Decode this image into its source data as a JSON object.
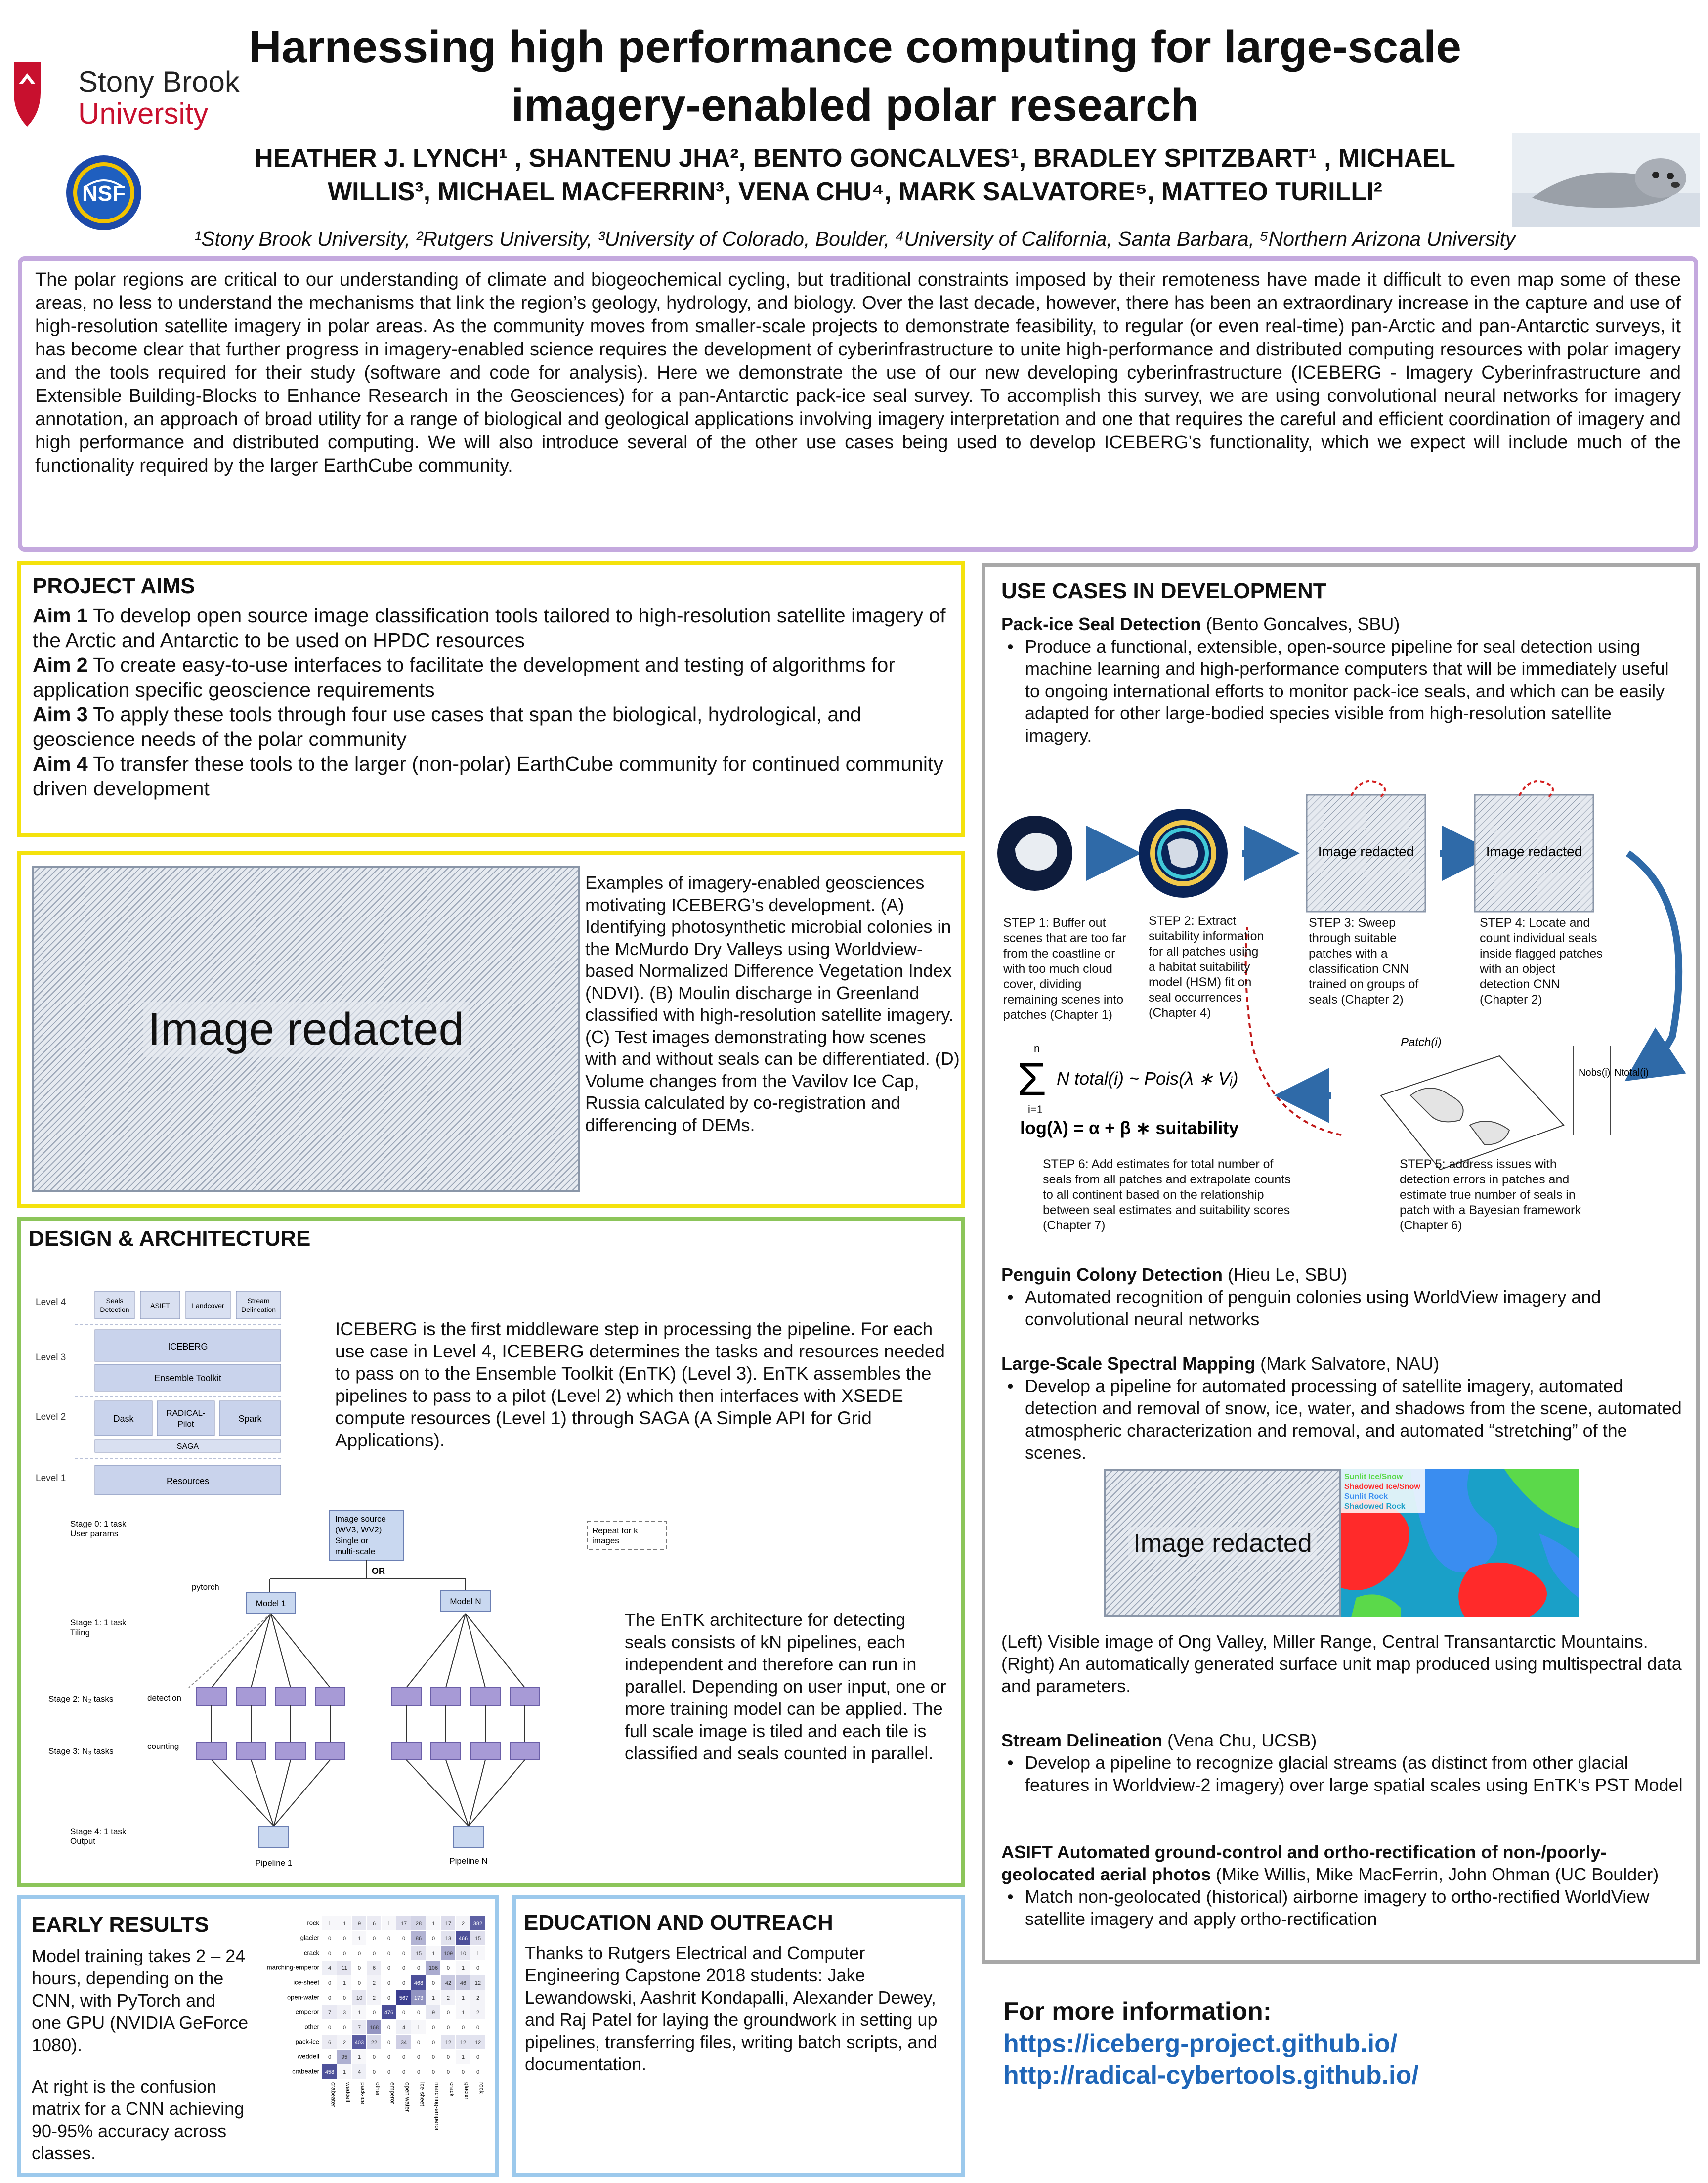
{
  "header": {
    "title_line1": "Harnessing high performance computing for large-scale",
    "title_line2": "imagery-enabled polar research",
    "authors_line1": "HEATHER J. LYNCH¹ , SHANTENU JHA², BENTO GONCALVES¹, BRADLEY SPITZBART¹ , MICHAEL",
    "authors_line2": "WILLIS³, MICHAEL MACFERRIN³, VENA CHU⁴, MARK SALVATORE⁵, MATTEO TURILLI²",
    "affiliations": "¹Stony Brook University, ²Rutgers University, ³University of Colorado, Boulder, ⁴University of California, Santa Barbara, ⁵Northern Arizona University",
    "sbu_logo_line1": "Stony Brook",
    "sbu_logo_line2": "University",
    "nsf_logo": "NSF"
  },
  "abstract": {
    "text": "The polar regions are critical to our understanding of climate and biogeochemical cycling, but traditional constraints imposed by their remoteness have made it difficult to even map some of these areas, no less to understand the mechanisms that link the region’s geology, hydrology, and biology. Over the last decade, however, there has been an extraordinary increase in the capture and use of high-resolution satellite imagery in polar areas. As the community moves from smaller-scale projects to demonstrate feasibility, to regular (or even real-time) pan-Arctic and pan-Antarctic surveys, it has become clear that further progress in imagery-enabled science requires the development of cyberinfrastructure to unite high-performance and distributed computing resources with polar imagery and the tools required for their study (software and code for analysis). Here we demonstrate the use of our new developing cyberinfrastructure (ICEBERG - Imagery Cyberinfrastructure and Extensible Building-Blocks to Enhance Research in the Geosciences) for a pan-Antarctic pack-ice seal survey. To accomplish this survey, we are using convolutional neural networks for imagery annotation, an approach of broad utility for a range of biological and geological applications involving imagery interpretation and one that requires the careful and efficient coordination of imagery and high performance and distributed computing. We will also introduce several of the other use cases being used to develop ICEBERG's functionality, which we expect will include much of the functionality required by the larger EarthCube community."
  },
  "aims": {
    "heading": "PROJECT AIMS",
    "items": [
      {
        "label": "Aim 1",
        "text": " To develop open source image classification tools tailored to high-resolution satellite imagery of the Arctic and Antarctic to be used on HPDC resources"
      },
      {
        "label": "Aim 2",
        "text": " To create easy-to-use interfaces to facilitate the development and testing of algorithms for application specific geoscience requirements"
      },
      {
        "label": "Aim 3",
        "text": " To apply these tools through four use cases that span the biological, hydrological, and geoscience needs of the polar community"
      },
      {
        "label": "Aim 4",
        "text": " To transfer these tools to the larger (non-polar) EarthCube community for continued community driven development"
      }
    ]
  },
  "examples": {
    "image_label": "Image redacted",
    "caption": "Examples of imagery-enabled geosciences motivating ICEBERG’s development. (A) Identifying photosynthetic microbial colonies in the McMurdo Dry Valleys using Worldview-based Normalized Difference Vegetation Index (NDVI). (B) Moulin discharge in Greenland classified with high-resolution satellite imagery. (C) Test images demonstrating how scenes with and without seals can be differentiated. (D) Volume changes from the Vavilov Ice Cap, Russia calculated by co-registration and differencing of DEMs."
  },
  "design": {
    "heading": "DESIGN & ARCHITECTURE",
    "text1": "ICEBERG is the first  middleware step in processing the pipeline.  For each use case in Level 4, ICEBERG determines the tasks and resources needed to pass on to the Ensemble Toolkit (EnTK) (Level 3).  EnTK assembles the pipelines to pass to a pilot (Level 2) which then interfaces with XSEDE compute resources (Level 1) through SAGA (A Simple API for Grid Applications).",
    "text2": "The EnTK architecture for detecting seals consists of kN pipelines, each independent and therefore can run in parallel. Depending on user input, one or more training model can be applied.  The full scale image is tiled and each tile is classified and seals counted in parallel.",
    "levels": {
      "level4": "Level 4",
      "level3": "Level 3",
      "level2": "Level 2",
      "level1": "Level 1",
      "l4_boxes": [
        "Seals Detection",
        "ASIFT",
        "Landcover",
        "Stream Delineation"
      ],
      "iceberg": "ICEBERG",
      "entk": "Ensemble Toolkit",
      "dask": "Dask",
      "radical_line1": "RADICAL-",
      "radical_line2": "Pilot",
      "spark": "Spark",
      "saga": "SAGA",
      "resources": "Resources"
    },
    "pipeline": {
      "stage0_line1": "Stage 0: 1 task",
      "stage0_line2": "User params",
      "stage1_line1": "Stage 1: 1 task",
      "stage1_line2": "Tiling",
      "stage2": "Stage 2: N₂ tasks",
      "stage3": "Stage 3: N₃ tasks",
      "stage4_line1": "Stage 4: 1 task",
      "stage4_line2": "Output",
      "source_lines": [
        "Image source",
        "(WV3, WV2)",
        "Single or",
        "multi-scale"
      ],
      "repeat_line1": "Repeat for k",
      "repeat_line2": "images",
      "or": "OR",
      "pytorch": "pytorch",
      "model1": "Model 1",
      "modelN": "Model N",
      "detection": "detection",
      "counting": "counting",
      "pipeline1": "Pipeline 1",
      "pipelineN": "Pipeline N"
    }
  },
  "early": {
    "heading": "EARLY RESULTS",
    "text1": "Model training takes 2 – 24 hours, depending on the CNN, with PyTorch and one GPU (NVIDIA GeForce 1080).",
    "text2": "At right is the confusion matrix for a CNN achieving 90-95% accuracy across classes."
  },
  "chart_data": {
    "type": "heatmap",
    "title": "",
    "rows": [
      "rock",
      "glacier",
      "crack",
      "marching-emperor",
      "ice-sheet",
      "open-water",
      "emperor",
      "other",
      "pack-ice",
      "weddell",
      "crabeater"
    ],
    "cols": [
      "crabeater",
      "weddell",
      "pack-ice",
      "other",
      "emperor",
      "open-water",
      "ice-sheet",
      "marching-emperor",
      "crack",
      "glacier",
      "rock"
    ],
    "values": [
      [
        1,
        1,
        9,
        6,
        1,
        17,
        28,
        1,
        17,
        2,
        382
      ],
      [
        0,
        0,
        1,
        0,
        0,
        0,
        86,
        0,
        13,
        466,
        15
      ],
      [
        0,
        0,
        0,
        0,
        0,
        0,
        15,
        1,
        109,
        10,
        1
      ],
      [
        4,
        11,
        0,
        6,
        0,
        0,
        0,
        106,
        0,
        1,
        0
      ],
      [
        0,
        1,
        0,
        2,
        0,
        0,
        468,
        0,
        42,
        46,
        12
      ],
      [
        0,
        0,
        10,
        2,
        0,
        567,
        173,
        1,
        2,
        1,
        2
      ],
      [
        7,
        3,
        1,
        0,
        476,
        0,
        0,
        9,
        0,
        1,
        2
      ],
      [
        0,
        0,
        7,
        168,
        0,
        4,
        1,
        0,
        0,
        0,
        0
      ],
      [
        6,
        2,
        403,
        22,
        0,
        34,
        0,
        0,
        12,
        12,
        12
      ],
      [
        0,
        95,
        1,
        0,
        0,
        0,
        0,
        0,
        0,
        1,
        0
      ],
      [
        458,
        1,
        4,
        0,
        0,
        0,
        0,
        0,
        0,
        0,
        0
      ]
    ],
    "color_scale": [
      "#ffffff",
      "#3a3d8f"
    ]
  },
  "education": {
    "heading": "EDUCATION AND OUTREACH",
    "text": "Thanks to Rutgers Electrical and Computer Engineering Capstone 2018 students:  Jake Lewandowski, Aashrit Kondapalli, Alexander Dewey, and Raj Patel for laying the groundwork in setting up pipelines, transferring files, writing batch scripts, and documentation."
  },
  "usecases": {
    "heading": "USE CASES IN DEVELOPMENT",
    "packice_title": "Pack-ice Seal Detection",
    "packice_author": " (Bento Goncalves, SBU)",
    "packice_bullet": "Produce a functional, extensible, open-source pipeline for seal detection using machine learning and high-performance computers that will be immediately useful to ongoing international efforts to monitor pack-ice seals, and which can be easily adapted for other large-bodied species visible from high-resolution satellite imagery.",
    "redacted_small": "Image redacted",
    "step1": "STEP 1: Buffer out scenes that are too far from the coastline or with too much cloud cover, dividing remaining scenes into patches (Chapter 1)",
    "step2": "STEP 2: Extract suitability information for all patches using a habitat suitability model (HSM) fit on seal occurrences (Chapter 4)",
    "step3": "STEP 3:  Sweep through suitable patches with a classification CNN trained on groups of seals (Chapter 2)",
    "step4": "STEP 4: Locate and count individual seals inside flagged patches with an object detection CNN (Chapter 2)",
    "step5": "STEP 5: address issues with detection errors in patches and estimate true number of seals in patch with a Bayesian framework (Chapter 6)",
    "step6": "STEP 6: Add estimates for total number of seals from all patches and extrapolate counts to all continent based on the relationship between seal estimates and suitability scores (Chapter 7)",
    "patch_label": "Patch(i)",
    "nobs_label": "Nobs(i)",
    "ntotal_label": "Ntotal(i)",
    "eq_sum_top": "n",
    "eq_sum_bottom": "i=1",
    "eq_line1": "N total(i) ~ Pois(λ ∗ Vᵢ)",
    "eq_line2": "log(λ) = α + β ∗ suitability",
    "penguin_title": "Penguin Colony Detection",
    "penguin_author": " (Hieu Le, SBU)",
    "penguin_bullet": "Automated recognition of penguin colonies using WorldView imagery and convolutional neural networks",
    "spectral_title": "Large-Scale Spectral Mapping",
    "spectral_author": " (Mark Salvatore, NAU)",
    "spectral_bullet": "Develop a pipeline for automated processing of satellite imagery, automated detection and removal of snow, ice, water, and shadows from the scene, automated atmospheric characterization and removal, and automated  “stretching” of the scenes.",
    "map_image_label": "Image redacted",
    "map_legend": [
      "Sunlit Ice/Snow",
      "Shadowed Ice/Snow",
      "Sunlit Rock",
      "Shadowed Rock"
    ],
    "map_legend_colors": [
      "#5bd94a",
      "#ff2a2a",
      "#3a8df0",
      "#1aa0c8"
    ],
    "map_caption": "(Left) Visible image of Ong Valley, Miller Range, Central Transantarctic Mountains.  (Right) An automatically generated surface unit map produced using multispectral data and parameters.",
    "stream_title": "Stream Delineation",
    "stream_author": " (Vena Chu, UCSB)",
    "stream_bullet": "Develop a pipeline to recognize glacial streams (as distinct from other glacial features in Worldview-2 imagery) over large spatial scales using EnTK’s PST Model",
    "asift_title": "ASIFT Automated ground-control and ortho-rectification of non-/poorly-geolocated aerial photos",
    "asift_author": " (Mike Willis, Mike MacFerrin, John Ohman (UC Boulder)",
    "asift_bullet": "Match non-geolocated (historical) airborne imagery to ortho-rectified WorldView satellite imagery and apply ortho-rectification"
  },
  "more_info": {
    "heading": "For more information:",
    "link1": "https://iceberg-project.github.io/",
    "link2": "http://radical-cybertools.github.io/"
  }
}
